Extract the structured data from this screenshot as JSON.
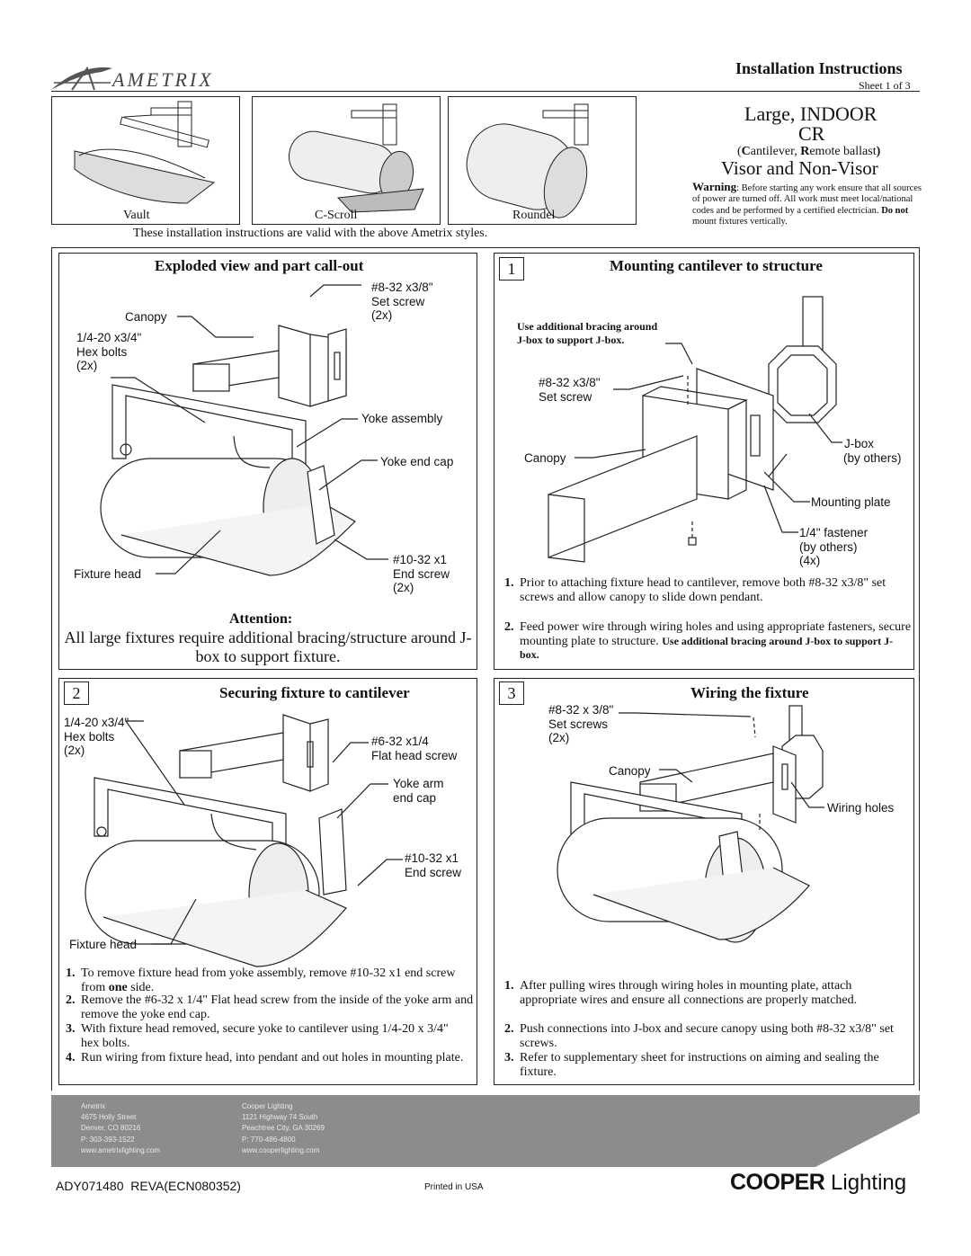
{
  "header": {
    "brand": "AMETRIX",
    "doc_type": "Installation Instructions",
    "sheet": "Sheet 1 of 3"
  },
  "product": {
    "line1": "Large, INDOOR",
    "line2": "CR",
    "subtitle_c": "C",
    "subtitle_mid": "antilever, ",
    "subtitle_r": "R",
    "subtitle_end": "emote ballast",
    "line4": "Visor and Non-Visor"
  },
  "styles": {
    "items": [
      {
        "label": "Vault"
      },
      {
        "label": "C-Scroll"
      },
      {
        "label": "Roundel"
      }
    ],
    "note": "These installation instructions are valid with the above Ametrix styles."
  },
  "warning": {
    "label": "Warning",
    "text": ": Before starting any work ensure that all sources of power are turned off. All work must meet local/national codes and be performed by a certified electrician. ",
    "bold": "Do not",
    "tail": " mount fixtures vertically."
  },
  "exploded": {
    "title": "Exploded view and part call-out",
    "labels": {
      "set_screw": "#8-32 x3/8\"\nSet screw\n(2x)",
      "canopy": "Canopy",
      "hex_bolts": "1/4-20 x3/4\"\nHex bolts\n(2x)",
      "yoke_assembly": "Yoke assembly",
      "yoke_end_cap": "Yoke end cap",
      "end_screw": "#10-32 x1\nEnd screw\n(2x)",
      "fixture_head": "Fixture head"
    },
    "attention_title": "Attention:",
    "attention_text": "All large fixtures require additional bracing/structure around J-box to support fixture."
  },
  "section1": {
    "num": "1",
    "title": "Mounting cantilever to structure",
    "bracing_note": "Use additional bracing around\nJ-box to support J-box.",
    "labels": {
      "set_screw": "#8-32 x3/8\"\nSet screw",
      "canopy": "Canopy",
      "jbox": "J-box",
      "by_others": "(by others)",
      "mounting_plate": "Mounting plate",
      "fastener": "1/4\" fastener\n(by others)\n(4x)"
    },
    "steps": [
      {
        "n": "1.",
        "text": "Prior to attaching fixture head to cantilever, remove both #8-32 x3/8\" set screws and allow canopy to slide down pendant."
      },
      {
        "n": "2.",
        "text": "Feed power wire through wiring holes and using appropriate fasteners, secure mounting plate to structure. ",
        "bold": "Use additional bracing around J-box to support J-box."
      }
    ]
  },
  "section2": {
    "num": "2",
    "title": "Securing fixture to cantilever",
    "labels": {
      "hex_bolts": "1/4-20 x3/4\"\nHex bolts\n(2x)",
      "flat_head": "#6-32 x1/4\nFlat head screw",
      "yoke_arm": "Yoke arm\nend cap",
      "end_screw": "#10-32 x1\nEnd screw",
      "fixture_head": "Fixture head"
    },
    "steps": [
      {
        "n": "1.",
        "text": "To remove fixture head from yoke assembly, remove #10-32 x1 end screw from ",
        "bold": "one",
        "tail": " side."
      },
      {
        "n": "2.",
        "text": "Remove the #6-32 x 1/4\" Flat head screw from the inside of the yoke arm and remove the yoke end cap."
      },
      {
        "n": "3.",
        "text": "With fixture head removed, secure yoke to cantilever using 1/4-20 x 3/4\" hex bolts."
      },
      {
        "n": "4.",
        "text": "Run wiring from fixture head, into pendant and out holes in mounting plate."
      }
    ]
  },
  "section3": {
    "num": "3",
    "title": "Wiring the fixture",
    "labels": {
      "set_screws": "#8-32 x 3/8\"\nSet screws\n(2x)",
      "canopy": "Canopy",
      "wiring_holes": "Wiring holes"
    },
    "steps": [
      {
        "n": "1.",
        "text": "After pulling wires through wiring holes in mounting plate, attach appropriate wires and ensure all connections are properly matched."
      },
      {
        "n": "2.",
        "text": "Push connections into J-box and secure canopy using both #8-32 x3/8\" set screws."
      },
      {
        "n": "3.",
        "text": "Refer to supplementary sheet for instructions on aiming and sealing the fixture."
      }
    ]
  },
  "footer": {
    "ametrix": [
      "Ametrix",
      "4675 Holly Street",
      "Denver, CO 80216",
      "P: 303-393-1522",
      "www.ametrixlighting.com"
    ],
    "cooper": [
      "Cooper Lighting",
      "1121 Highway 74 South",
      "Peachtree City, GA 30269",
      "P: 770-486-4800",
      "www.cooperlighting.com"
    ],
    "doc_number": "ADY071480  REVA(ECN080352)",
    "printed": "Printed in USA",
    "logo_bold": "COOPER",
    "logo_light": " Lighting"
  }
}
